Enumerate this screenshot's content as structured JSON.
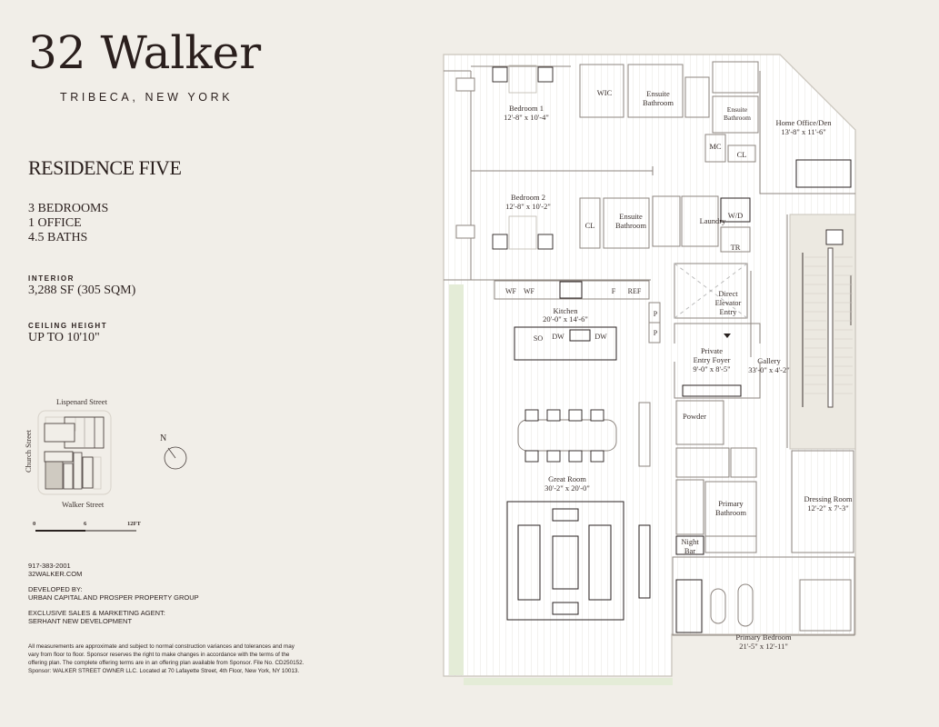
{
  "brand": {
    "title": "32 Walker",
    "subtitle": "TRIBECA, NEW YORK"
  },
  "residence": {
    "title": "RESIDENCE FIVE",
    "specs": [
      "3 BEDROOMS",
      "1 OFFICE",
      "4.5 BATHS"
    ],
    "interior_label": "INTERIOR",
    "interior_value": "3,288  SF (305 SQM)",
    "ceiling_label": "CEILING HEIGHT",
    "ceiling_value": "UP TO 10'10\""
  },
  "key_map": {
    "street_top": "Lispenard Street",
    "street_left": "Church Street",
    "street_bottom": "Walker Street",
    "north_label": "N",
    "scale": {
      "ticks": [
        "0",
        "6",
        "12FT"
      ]
    }
  },
  "contact": {
    "phone": "917-383-2001",
    "website": "32WALKER.COM",
    "developer_label": "DEVELOPED BY:",
    "developer": "URBAN CAPITAL AND PROSPER PROPERTY GROUP",
    "agent_label": "EXCLUSIVE SALES & MARKETING AGENT:",
    "agent": "SERHANT NEW DEVELOPMENT"
  },
  "disclaimer": "All measurements are approximate and subject to normal construction variances and tolerances and may vary from floor to floor. Sponsor reserves the right to make changes in accordance with the terms of the offering plan. The complete offering terms are in an offering plan available from Sponsor. File No. CD250152. Sponsor: WALKER STREET OWNER LLC. Located at 70 Lafayette Street, 4th Floor, New York, NY 10013.",
  "floor_plan": {
    "rooms": {
      "bedroom1": {
        "name": "Bedroom 1",
        "dims": "12'-8\" x 10'-4\""
      },
      "wic": {
        "name": "WIC"
      },
      "ensuite1": {
        "name1": "Ensuite",
        "name2": "Bathroom"
      },
      "ensuite2": {
        "name1": "Ensuite",
        "name2": "Bathroom"
      },
      "mc": {
        "name": "MC"
      },
      "cl1": {
        "name": "CL"
      },
      "office": {
        "name": "Home Office/Den",
        "dims": "13'-8\" x 11'-6\""
      },
      "bedroom2": {
        "name": "Bedroom 2",
        "dims": "12'-8\" x 10'-2\""
      },
      "cl2": {
        "name": "CL"
      },
      "ensuite3": {
        "name1": "Ensuite",
        "name2": "Bathroom"
      },
      "laundry": {
        "name": "Laundry"
      },
      "wd": {
        "name": "W/D"
      },
      "tr": {
        "name": "TR"
      },
      "kitchen": {
        "name": "Kitchen",
        "dims": "20'-0\" x 14'-6\""
      },
      "kitchen_labels": [
        "WF",
        "WF",
        "F",
        "REF",
        "P",
        "P",
        "SO",
        "DW",
        "DW"
      ],
      "elevator": {
        "name1": "Direct",
        "name2": "Elevator",
        "name3": "Entry"
      },
      "foyer": {
        "name1": "Private",
        "name2": "Entry Foyer",
        "dims": "9'-0\" x 8'-5\""
      },
      "gallery": {
        "name": "Gallery",
        "dims": "33'-0\" x 4'-2\""
      },
      "powder": {
        "name": "Powder"
      },
      "great_room": {
        "name": "Great Room",
        "dims": "30'-2\" x 20'-0\""
      },
      "primary_bath": {
        "name1": "Primary",
        "name2": "Bathroom"
      },
      "night_bar": {
        "name1": "Night",
        "name2": "Bar"
      },
      "dressing": {
        "name": "Dressing Room",
        "dims": "12'-2\" x 7'-3\""
      },
      "primary_bed": {
        "name": "Primary Bedroom",
        "dims": "21'-5\" x 12'-11\""
      }
    }
  }
}
